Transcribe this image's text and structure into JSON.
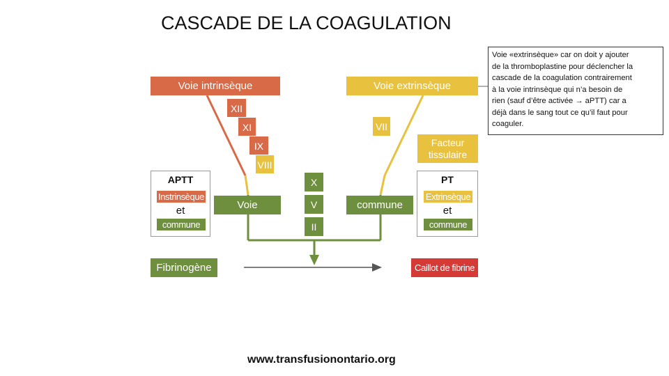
{
  "title": "CASCADE DE LA COAGULATION",
  "note": {
    "lines": [
      "Voie «extrinsèque» car on doit y ajouter",
      "de la thromboplastine pour déclencher la",
      "cascade de la coagulation contrairement",
      "à la voie intrinsèque qui n’a besoin de",
      "rien (sauf d’être activée → aPTT) car a",
      "déjà dans le sang tout ce qu’il faut pour",
      "coaguler."
    ]
  },
  "diagram": {
    "intrinsic_header": "Voie intrinsèque",
    "extrinsic_header": "Voie extrinsèque",
    "intrinsic_factors": [
      "XII",
      "XI",
      "IX",
      "VIII"
    ],
    "extrinsic_factor": "VII",
    "tissue_factor": [
      "Facteur",
      "tissulaire"
    ],
    "common_factors": [
      "X",
      "V",
      "II"
    ],
    "common_left": "Voie",
    "common_right": "commune",
    "aptt": {
      "title": "APTT",
      "tag1": "Instrinsèque",
      "et": "et",
      "tag2": "commune"
    },
    "pt": {
      "title": "PT",
      "tag1": "Extrinsèque",
      "et": "et",
      "tag2": "commune"
    },
    "fibrinogen": "Fibrinogène",
    "fibrin_clot": "Caillot de fibrine"
  },
  "colors": {
    "intrinsic": "#d86a48",
    "extrinsic": "#e8c13e",
    "common": "#6e8f3e",
    "clot": "#d63a36"
  },
  "footer": "www.transfusionontario.org"
}
